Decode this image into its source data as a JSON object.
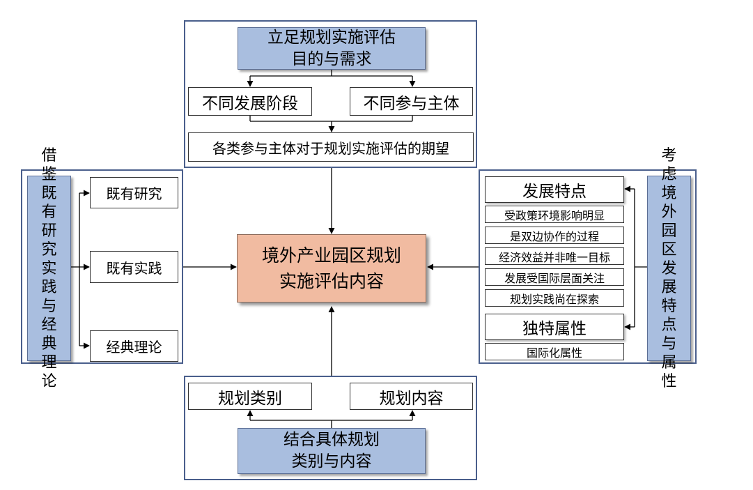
{
  "center": {
    "line1": "境外产业园区规划",
    "line2": "实施评估内容"
  },
  "top": {
    "header_line1": "立足规划实施评估",
    "header_line2": "目的与需求",
    "left_box": "不同发展阶段",
    "right_box": "不同参与主体",
    "bottom_box": "各类参与主体对于规划实施评估的期望"
  },
  "left": {
    "side_label": "借鉴既有研究实践与经典理论",
    "items": [
      "既有研究",
      "既有实践",
      "经典理论"
    ]
  },
  "right": {
    "side_label": "考虑境外园区发展特点与属性",
    "group1_title": "发展特点",
    "group1_items": [
      "受政策环境影响明显",
      "是双边协作的过程",
      "经济效益并非唯一目标",
      "发展受国际层面关注",
      "规划实践尚在探索"
    ],
    "group2_title": "独特属性",
    "group2_items": [
      "国际化属性"
    ]
  },
  "bottom": {
    "left_box": "规划类别",
    "right_box": "规划内容",
    "header_line1": "结合具体规划",
    "header_line2": "类别与内容"
  }
}
